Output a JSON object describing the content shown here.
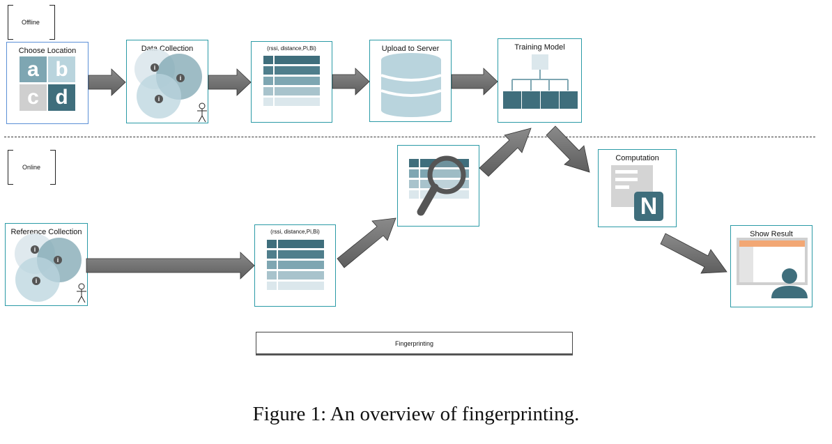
{
  "figure": {
    "caption": "Figure 1: An overview of fingerprinting."
  },
  "offline": {
    "label": "Offline",
    "steps": [
      {
        "label": "Choose Location"
      },
      {
        "label": "Data Collection"
      },
      {
        "label": "(rssi, distance,Pi,Bi)"
      },
      {
        "label": "Upload to Server"
      },
      {
        "label": "Training Model"
      }
    ],
    "location_letters": [
      "a",
      "b",
      "c",
      "d"
    ]
  },
  "online": {
    "label": "Online",
    "steps": [
      {
        "label": "Reference Collection"
      },
      {
        "label": "(rssi, distance,Pi,Bi)"
      },
      {
        "label": "Computation"
      },
      {
        "label": "Show Result"
      }
    ],
    "computation_letter": "N"
  },
  "legend_bar": {
    "label": "Fingerprinting"
  },
  "colors": {
    "teal_dark": "#3f6e7c",
    "teal_mid": "#7ea6b2",
    "teal_light": "#b9d4dd",
    "teal_pale": "#dbe7ec",
    "arrow_gray": "#777777",
    "box_border": "#2a9aa6",
    "orange": "#f2a774"
  },
  "icons": [
    "info-icon",
    "stick-figure-icon",
    "database-icon",
    "tree-icon",
    "magnifier-icon",
    "document-icon",
    "user-icon",
    "table-icon"
  ]
}
